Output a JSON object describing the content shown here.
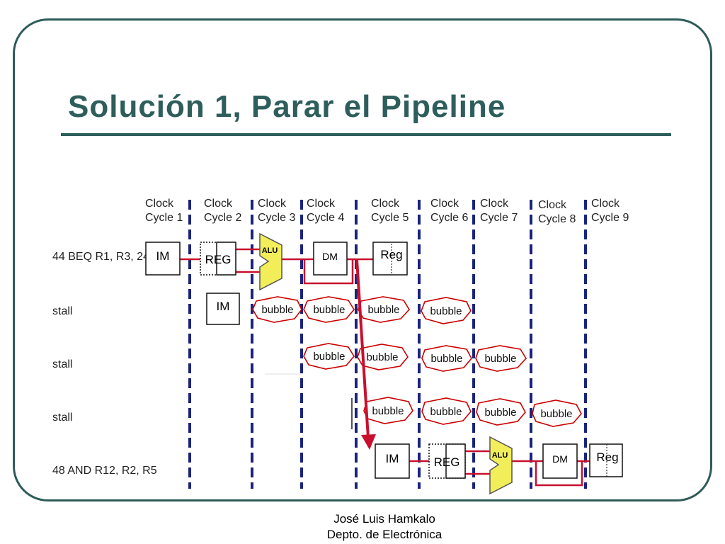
{
  "slide": {
    "title": "Solución 1, Parar el Pipeline",
    "footer_line1": "José Luis Hamkalo",
    "footer_line2": "Depto. de Electrónica"
  },
  "colors": {
    "frame": "#2e5b5a",
    "title": "#2e5e5c",
    "cycle_divider": "#1a237e",
    "datapath": "#c8102e",
    "alu_fill": "#f2ee5a",
    "bubble_outline": "#cc0000"
  },
  "clock_cycles": [
    {
      "line1": "Clock",
      "line2": "Cycle 1"
    },
    {
      "line1": "Clock",
      "line2": "Cycle 2"
    },
    {
      "line1": "Clock",
      "line2": "Cycle 3"
    },
    {
      "line1": "Clock",
      "line2": "Cycle 4"
    },
    {
      "line1": "Clock",
      "line2": "Cycle 5"
    },
    {
      "line1": "Clock",
      "line2": "Cycle 6"
    },
    {
      "line1": "Clock",
      "line2": "Cycle 7"
    },
    {
      "line1": "Clock",
      "line2": "Cycle 8"
    },
    {
      "line1": "Clock",
      "line2": "Cycle 9"
    }
  ],
  "rows": [
    {
      "label": "44 BEQ R1, R3, 24"
    },
    {
      "label": "stall"
    },
    {
      "label": "stall"
    },
    {
      "label": "stall"
    },
    {
      "label": "48 AND  R12, R2, R5"
    }
  ],
  "stages": {
    "im": "IM",
    "reg_upper": "REG",
    "alu": "ALU",
    "dm": "DM",
    "reg_mixed": "Reg",
    "bubble": "bubble"
  }
}
